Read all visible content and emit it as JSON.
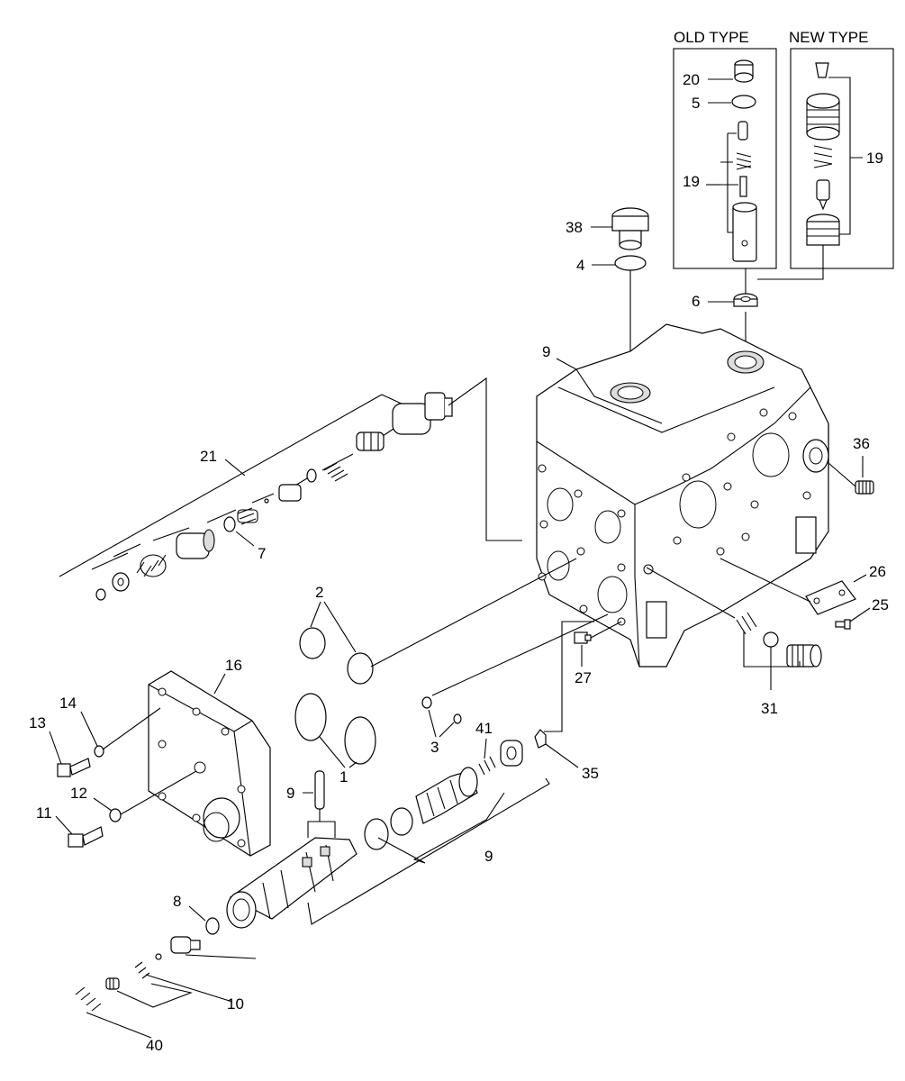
{
  "header": {
    "old_type": "OLD TYPE",
    "new_type": "NEW TYPE"
  },
  "labels": {
    "p1": "1",
    "p2": "2",
    "p3": "3",
    "p4": "4",
    "p5": "5",
    "p6": "6",
    "p7": "7",
    "p8": "8",
    "p9_body": "9",
    "p9_pin": "9",
    "p9_spool": "9",
    "p10": "10",
    "p11": "11",
    "p12": "12",
    "p13": "13",
    "p14": "14",
    "p16": "16",
    "p19_old": "19",
    "p19_new": "19",
    "p20": "20",
    "p21": "21",
    "p25": "25",
    "p26": "26",
    "p27": "27",
    "p31": "31",
    "p35": "35",
    "p36": "36",
    "p38": "38",
    "p40": "40",
    "p41": "41"
  }
}
